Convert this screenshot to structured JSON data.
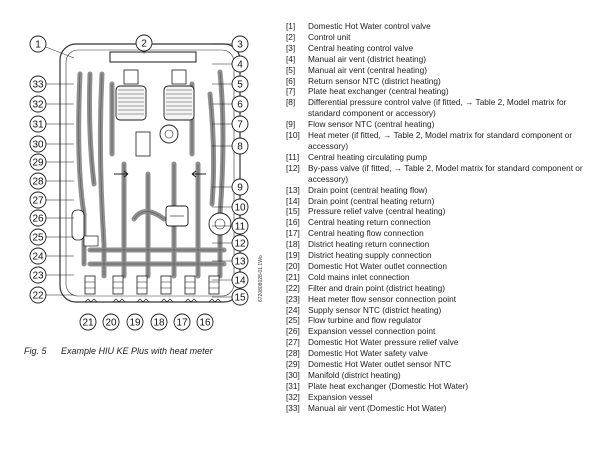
{
  "figure": {
    "caption_number": "Fig. 5",
    "caption_text": "Example HIU KE Plus with heat meter",
    "side_code": "6720808028-01.1Wo",
    "callouts_left": [
      "1",
      "33",
      "32",
      "31",
      "30",
      "29",
      "28",
      "27",
      "26",
      "25",
      "24",
      "23",
      "22"
    ],
    "callouts_top": [
      "2"
    ],
    "callouts_right": [
      "3",
      "4",
      "5",
      "6",
      "7",
      "8",
      "9",
      "10",
      "11",
      "12",
      "13",
      "14",
      "15"
    ],
    "callouts_bottom": [
      "21",
      "20",
      "19",
      "18",
      "17",
      "16"
    ],
    "colors": {
      "pipe": "#8f8f8f",
      "line": "#1b1b1b",
      "frame": "#333333",
      "background": "#ffffff"
    }
  },
  "legend": [
    {
      "num": "[1]",
      "text": "Domestic Hot Water control valve"
    },
    {
      "num": "[2]",
      "text": "Control unit"
    },
    {
      "num": "[3]",
      "text": "Central heating control valve"
    },
    {
      "num": "[4]",
      "text": "Manual air vent (district heating)"
    },
    {
      "num": "[5]",
      "text": "Manual air vent (central heating)"
    },
    {
      "num": "[6]",
      "text": "Return sensor NTC (district heating)"
    },
    {
      "num": "[7]",
      "text": "Plate heat exchanger (central heating)"
    },
    {
      "num": "[8]",
      "text": "Differential pressure control valve (if fitted, → Table 2, Model matrix for standard component or accessory)"
    },
    {
      "num": "[9]",
      "text": "Flow sensor NTC (central heating)"
    },
    {
      "num": "[10]",
      "text": "Heat meter (if fitted, → Table 2, Model matrix for standard component or accessory)"
    },
    {
      "num": "[11]",
      "text": "Central heating circulating pump"
    },
    {
      "num": "[12]",
      "text": "By-pass valve (if fitted, → Table 2, Model matrix for standard component or accessory)"
    },
    {
      "num": "[13]",
      "text": "Drain point (central heating flow)"
    },
    {
      "num": "[14]",
      "text": "Drain point (central heating return)"
    },
    {
      "num": "[15]",
      "text": "Pressure relief valve (central heating)"
    },
    {
      "num": "[16]",
      "text": "Central heating return connection"
    },
    {
      "num": "[17]",
      "text": "Central heating flow connection"
    },
    {
      "num": "[18]",
      "text": "District heating return connection"
    },
    {
      "num": "[19]",
      "text": "District heating supply connection"
    },
    {
      "num": "[20]",
      "text": "Domestic Hot Water outlet connection"
    },
    {
      "num": "[21]",
      "text": "Cold mains inlet connection"
    },
    {
      "num": "[22]",
      "text": "Filter and drain point (district heating)"
    },
    {
      "num": "[23]",
      "text": "Heat meter flow sensor connection point"
    },
    {
      "num": "[24]",
      "text": "Supply sensor NTC (district heating)"
    },
    {
      "num": "[25]",
      "text": "Flow turbine and flow regulator"
    },
    {
      "num": "[26]",
      "text": "Expansion vessel connection point"
    },
    {
      "num": "[27]",
      "text": "Domestic Hot Water pressure relief valve"
    },
    {
      "num": "[28]",
      "text": "Domestic Hot Water safety valve"
    },
    {
      "num": "[29]",
      "text": "Domestic Hot Water outlet sensor NTC"
    },
    {
      "num": "[30]",
      "text": "Manifold (district heating)"
    },
    {
      "num": "[31]",
      "text": "Plate heat exchanger (Domestic Hot Water)"
    },
    {
      "num": "[32]",
      "text": "Expansion vessel"
    },
    {
      "num": "[33]",
      "text": "Manual air vent (Domestic Hot Water)"
    }
  ]
}
